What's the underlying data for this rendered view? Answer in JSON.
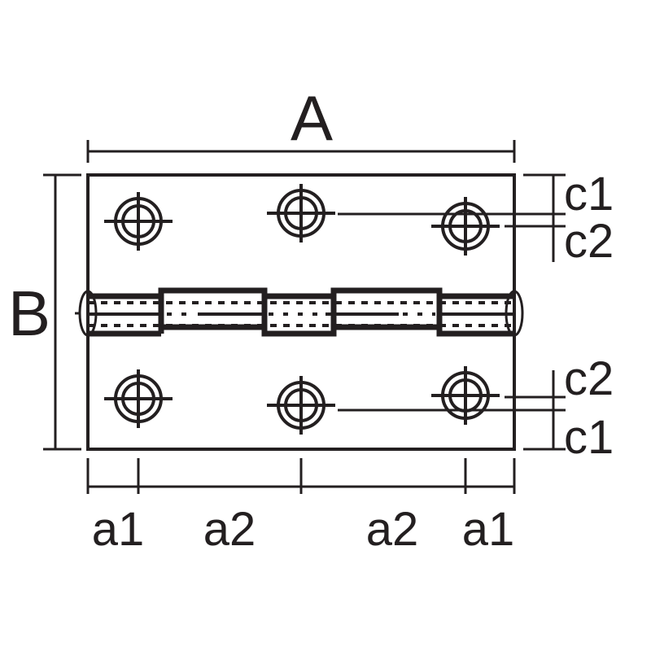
{
  "title": "Hinge dimension drawing",
  "labels": {
    "width": "A",
    "height": "B",
    "top_c1": "c1",
    "top_c2": "c2",
    "bottom_c2": "c2",
    "bottom_c1": "c1",
    "a1_left": "a1",
    "a2_left": "a2",
    "a2_right": "a2",
    "a1_right": "a1"
  },
  "colors": {
    "line": "#231f20",
    "hole_fill": "#d0d0d0",
    "background": "#ffffff"
  }
}
